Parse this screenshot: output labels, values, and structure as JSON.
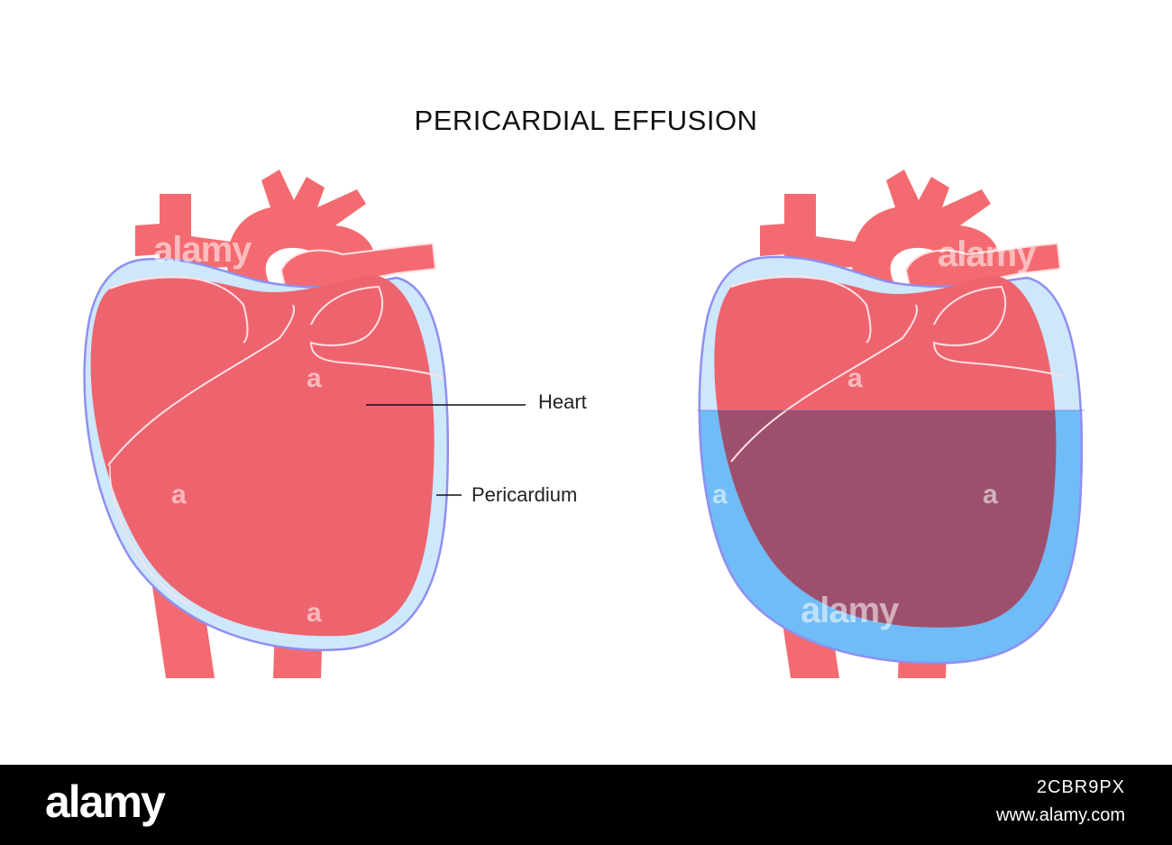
{
  "title": "PERICARDIAL EFFUSION",
  "labels": {
    "heart": "Heart",
    "pericardium": "Pericardium"
  },
  "colors": {
    "vessel": "#f36b70",
    "heart": "#ee646e",
    "heart_outline": "#ffe0e2",
    "pericardium_fill": "#cde7fb",
    "pericardium_stroke": "#8f8ff0",
    "effusion_fluid": "#6fbcf7",
    "effusion_overlay": "#9d506d",
    "footer": "#000000"
  },
  "watermark": {
    "text": "alamy",
    "letter": "a"
  },
  "footer": {
    "logo": "alamy",
    "image_id": "2CBR9PX",
    "url": "www.alamy.com"
  }
}
